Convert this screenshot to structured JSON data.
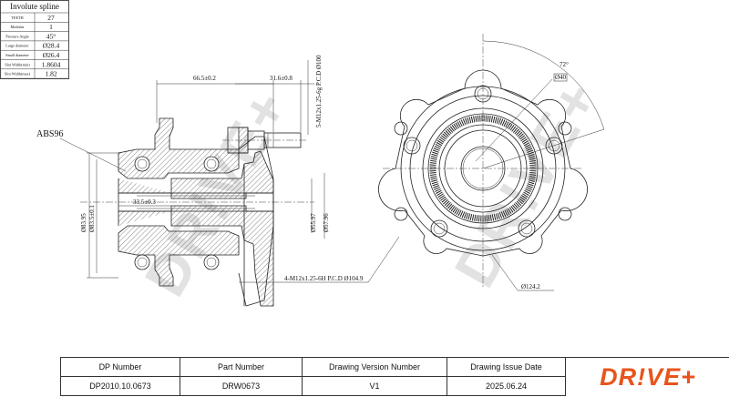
{
  "spline_table": {
    "title": "Involute spline",
    "rows": [
      {
        "label": "TEETH",
        "value": "27"
      },
      {
        "label": "Modulus",
        "value": "1"
      },
      {
        "label": "Pressure Angle",
        "value": "45°"
      },
      {
        "label": "Large diameter",
        "value": "Ø28.4"
      },
      {
        "label": "Small diameter",
        "value": "Ø26.4"
      },
      {
        "label": "Slot Width(min)",
        "value": "1.8604"
      },
      {
        "label": "Slot Width(max)",
        "value": "1.82"
      }
    ]
  },
  "side_view": {
    "abs_label": "ABS96",
    "dim_length_1": "66.5±0.2",
    "dim_length_2": "31.6±0.8",
    "dim_bore": "33.5±0.3",
    "dim_dia_1": "Ø83.95",
    "dim_dia_2": "Ø83.5±0.1",
    "dim_dia_3": "Ø55.97",
    "dim_dia_4": "Ø57.96",
    "bolt_pattern": "5-M12x1.25-6g  P.C.D Ø100",
    "mount_pattern": "4-M12x1.25-6H  P.C.D Ø104.9"
  },
  "front_view": {
    "angle_label": "72°",
    "spline_dia": "Ø40",
    "pilot_dia": "Ø124.2"
  },
  "title_block": {
    "headers": [
      "DP Number",
      "Part Number",
      "Drawing Version Number",
      "Drawing Issue Date"
    ],
    "values": [
      "DP2010.10.0673",
      "DRW0673",
      "V1",
      "2025.06.24"
    ],
    "logo": "DR!VE+"
  },
  "watermark": "DR!VE+",
  "colors": {
    "logo": "#e8541c",
    "watermark": "#e2e2e2"
  }
}
